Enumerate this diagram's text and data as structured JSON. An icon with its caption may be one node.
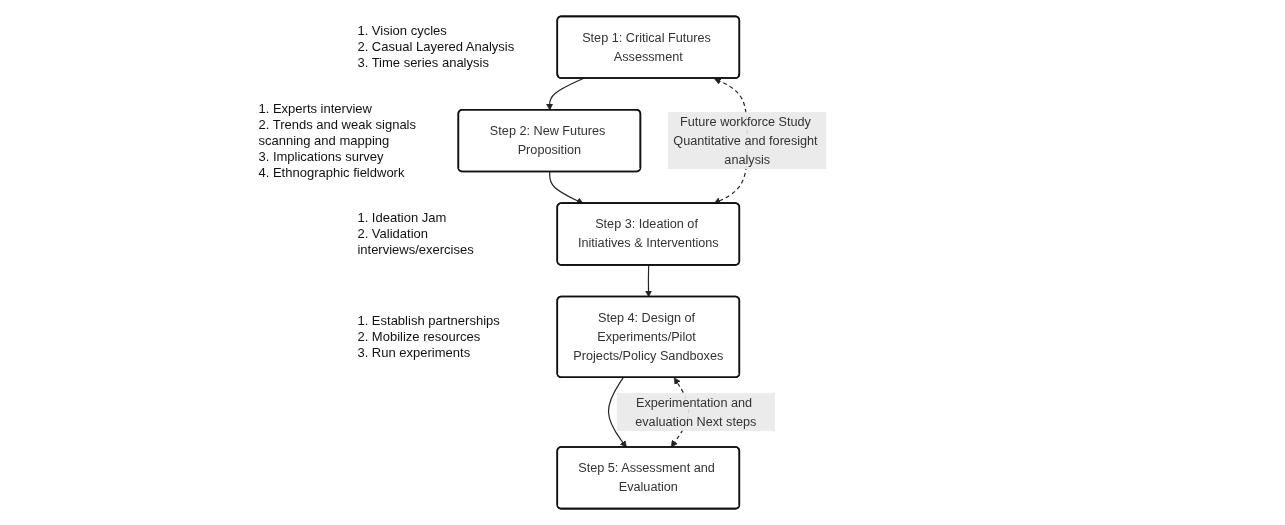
{
  "diagram": {
    "nodes": [
      {
        "text": [
          "Step 1: Critical Futures Assessment"
        ],
        "beside": [
          "1. Vision cycles",
          "2. Casual Layered Analysis",
          "3. Time series analysis"
        ]
      },
      {
        "text": [
          "Step 2: New Futures Proposition"
        ],
        "beside": [
          "1. Experts interview",
          "2. Trends and weak signals scanning and mapping",
          "3. Implications survey",
          "4. Ethnographic fieldwork"
        ]
      },
      {
        "text": [
          "Step 3: Ideation of Initiatives & Interventions"
        ],
        "beside": [
          "1. Ideation Jam",
          "2. Validation interviews/exercises"
        ]
      },
      {
        "text": [
          "Step 4: Design of Experiments/Pilot Projects/Policy Sandboxes"
        ],
        "beside": [
          "1. Establish partnerships",
          "2. Mobilize resources",
          "3. Run experiments"
        ]
      },
      {
        "text": [
          "Step 5: Assessment and Evaluation"
        ]
      }
    ],
    "edges": [
      {
        "from": 0,
        "to": 1,
        "arrow": "to"
      },
      {
        "from": 1,
        "to": 2,
        "arrow": "to"
      },
      {
        "from": 2,
        "to": 3,
        "arrow": "to"
      },
      {
        "from": 3,
        "to": 4,
        "arrow": "to"
      },
      {
        "from": 0,
        "to": 2,
        "arrow": "both",
        "style": "dashed",
        "label": "Future workforce Study Quantitative and foresight analysis"
      },
      {
        "from": 4,
        "to": 3,
        "arrow": "both",
        "style": "dashed",
        "label": "Experimentation and evaluation Next steps"
      }
    ]
  }
}
